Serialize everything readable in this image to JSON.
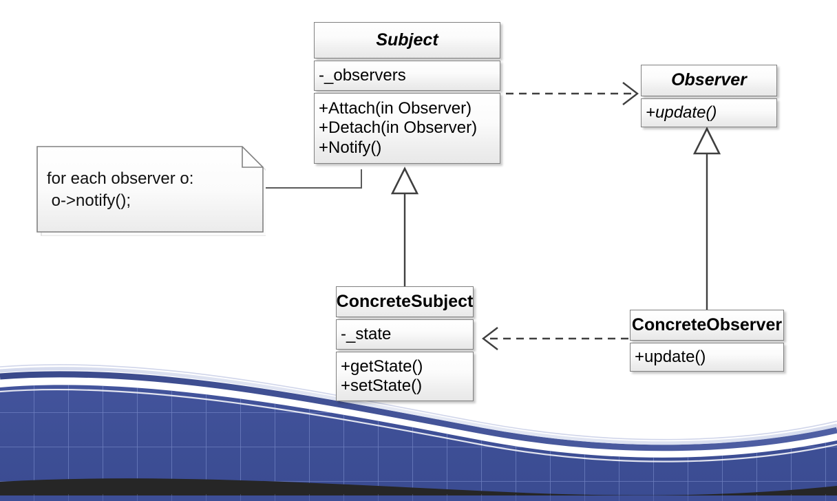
{
  "diagram": {
    "kind": "uml-class-diagram",
    "pattern_name": "Observer",
    "background_color": "#ffffff",
    "line_color": "#3f3f3f",
    "box_border_color": "#808080"
  },
  "classes": {
    "subject": {
      "name": "Subject",
      "is_abstract": true,
      "attributes": [
        "-_observers"
      ],
      "operations": [
        "+Attach(in Observer)",
        "+Detach(in Observer)",
        "+Notify()"
      ]
    },
    "observer": {
      "name": "Observer",
      "is_abstract": true,
      "attributes": [],
      "operations": [
        "+update()"
      ],
      "operations_abstract": true
    },
    "concrete_subject": {
      "name": "ConcreteSubject",
      "is_abstract": false,
      "attributes": [
        "-_state"
      ],
      "operations": [
        "+getState()",
        "+setState()"
      ]
    },
    "concrete_observer": {
      "name": "ConcreteObserver",
      "is_abstract": false,
      "attributes": [],
      "operations": [
        "+update()"
      ]
    }
  },
  "note": {
    "line1": "for each observer o:",
    "line2": " o->notify();"
  },
  "relationships": [
    {
      "type": "dependency",
      "from": "Subject",
      "to": "Observer",
      "style": "dashed",
      "arrow": "open"
    },
    {
      "type": "generalization",
      "from": "ConcreteSubject",
      "to": "Subject",
      "style": "solid",
      "arrow": "hollow-triangle"
    },
    {
      "type": "generalization",
      "from": "ConcreteObserver",
      "to": "Observer",
      "style": "solid",
      "arrow": "hollow-triangle"
    },
    {
      "type": "dependency",
      "from": "ConcreteObserver",
      "to": "ConcreteSubject",
      "style": "dashed",
      "arrow": "open"
    },
    {
      "type": "note-anchor",
      "from": "note",
      "to": "Subject",
      "style": "solid",
      "arrow": "none"
    }
  ],
  "banner": {
    "primary_color": "#3c4f96",
    "secondary_color": "#4a5da8",
    "grid_line_color": "#7b8ccb",
    "highlight_color": "#ffffff",
    "dark_bar_color": "#262626"
  }
}
